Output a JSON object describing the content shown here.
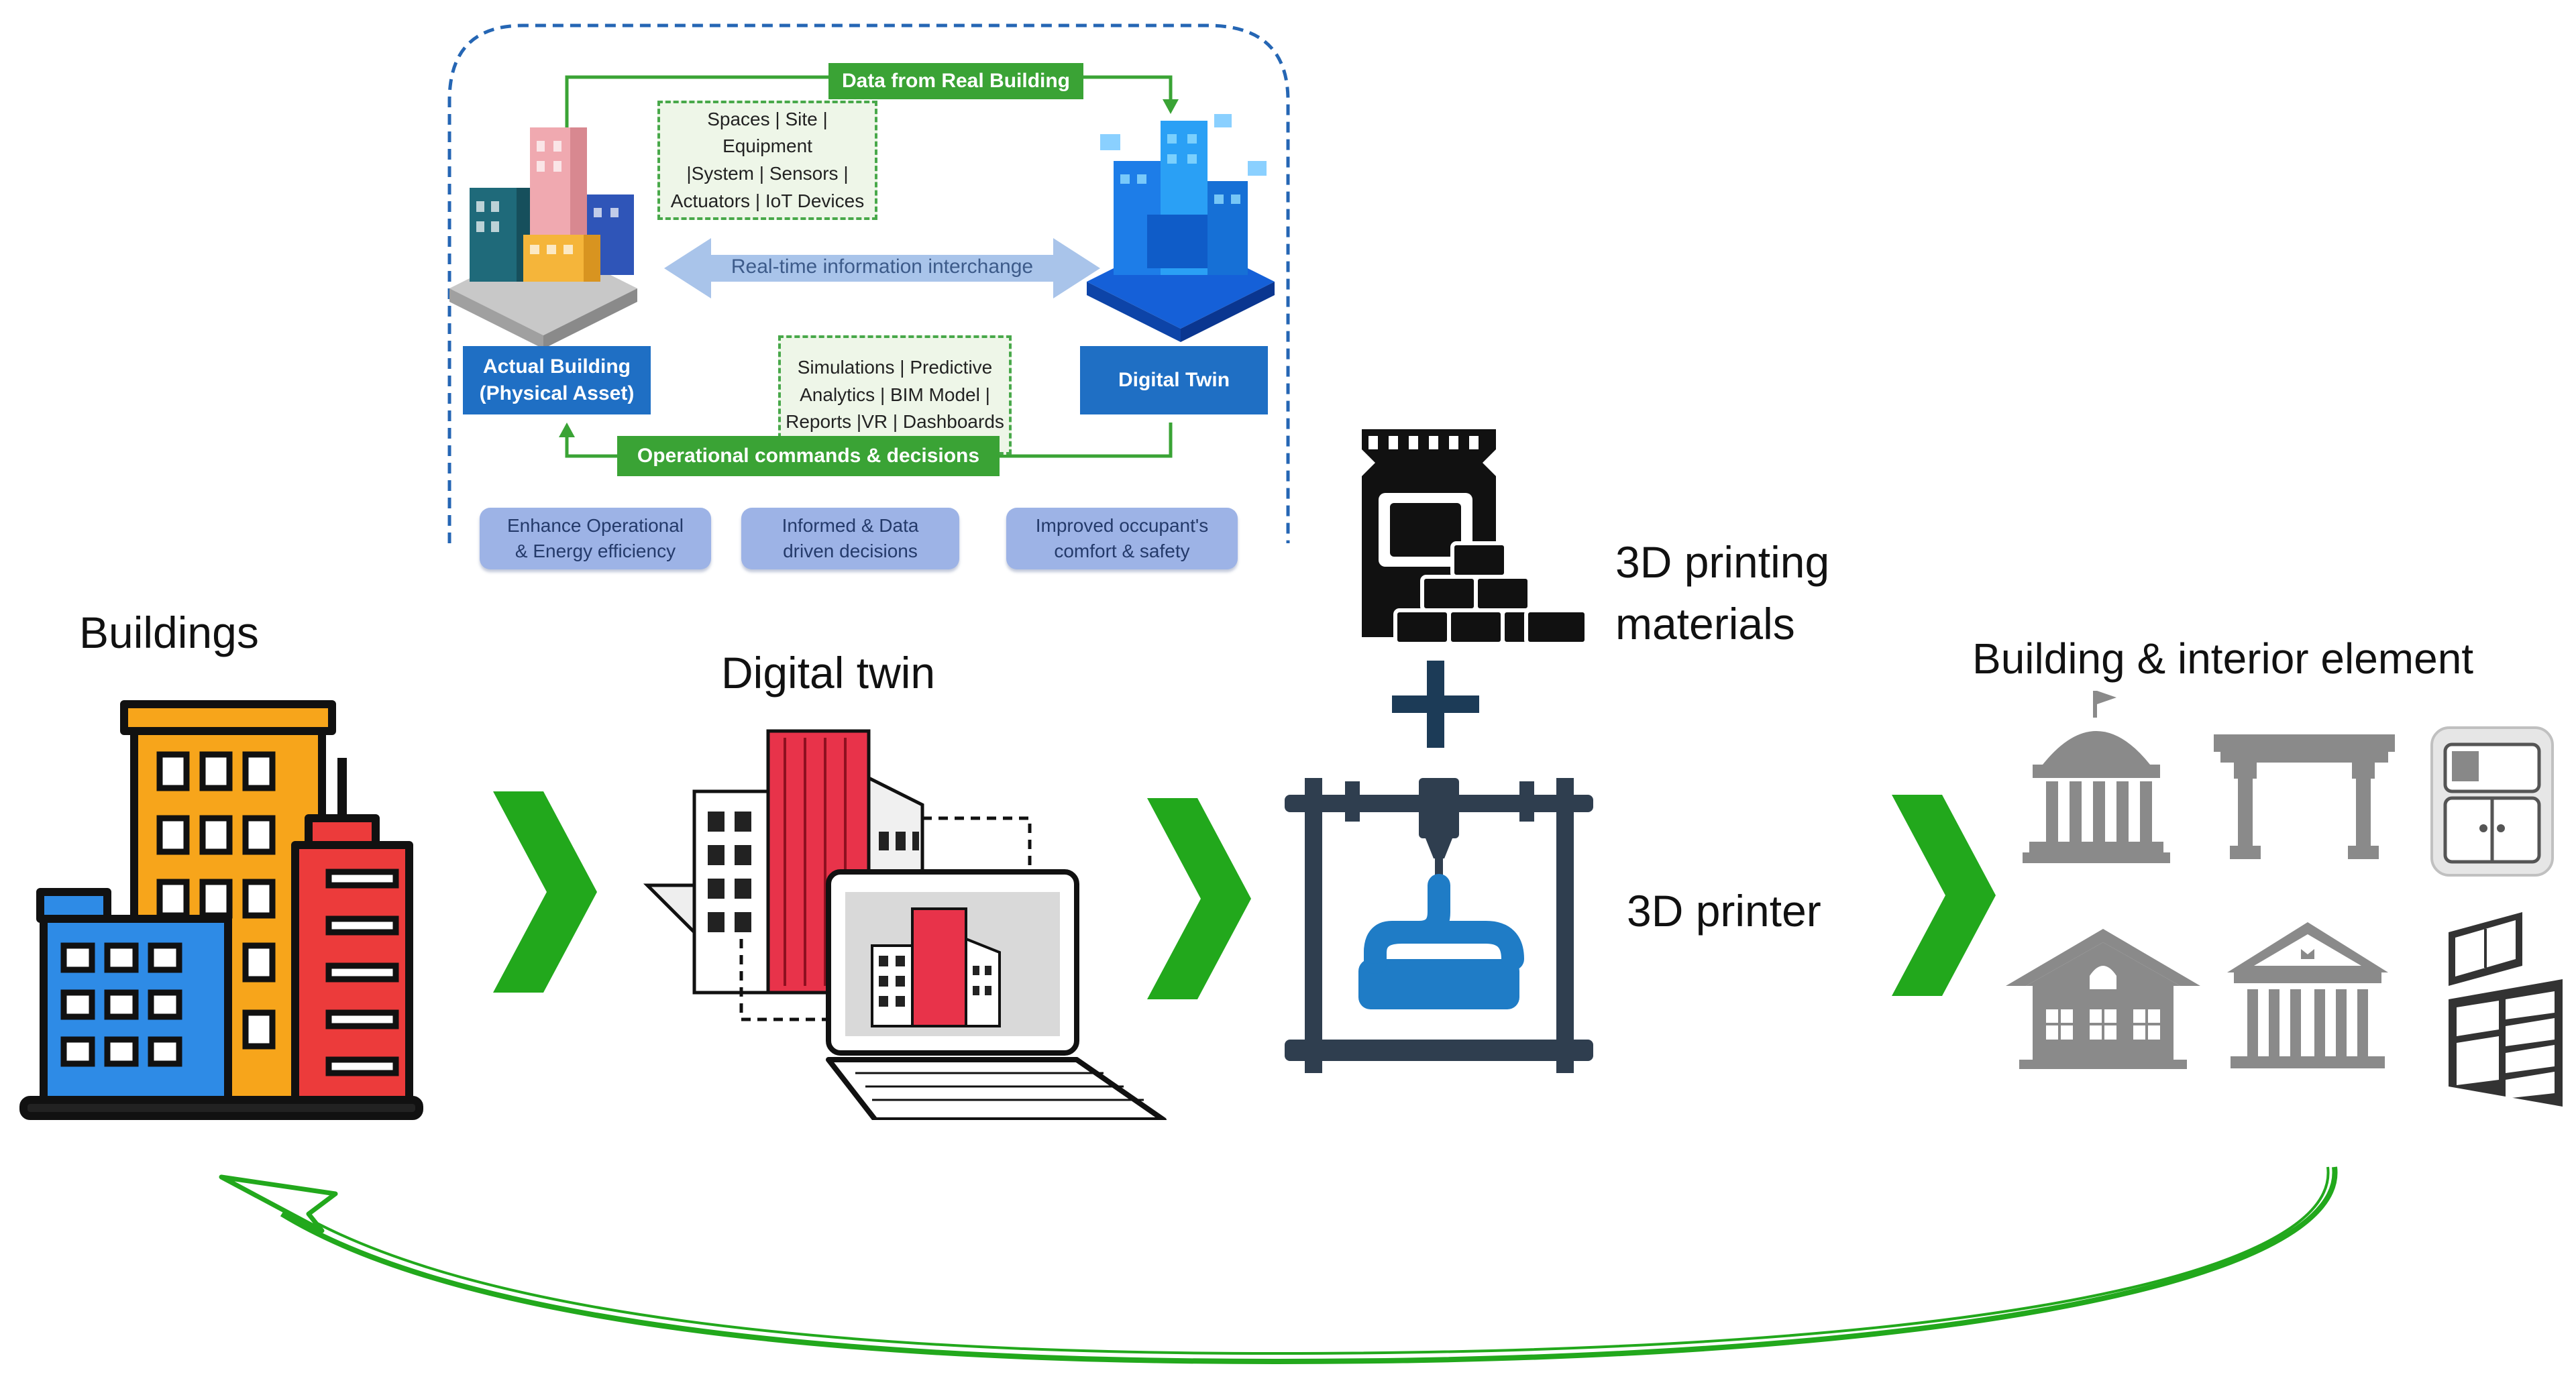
{
  "labels": {
    "buildings": "Buildings",
    "digital_twin": "Digital twin",
    "printing_materials_line1": "3D printing",
    "printing_materials_line2": "materials",
    "printer": "3D printer",
    "elements": "Building & interior element"
  },
  "inset": {
    "data_from_real_building": "Data from Real Building",
    "data_items": [
      "Spaces | Site | Equipment",
      "|System | Sensors |",
      "Actuators | IoT Devices"
    ],
    "interchange": "Real-time information interchange",
    "actual_building": [
      "Actual Building",
      "(Physical Asset)"
    ],
    "digital_twin_box": "Digital Twin",
    "twin_items": [
      "Simulations | Predictive",
      "Analytics | BIM Model |",
      "Reports |VR | Dashboards"
    ],
    "commands": "Operational commands & decisions",
    "benefits": [
      [
        "Enhance Operational",
        "& Energy efficiency"
      ],
      [
        "Informed & Data",
        "driven decisions"
      ],
      [
        "Improved occupant's",
        "comfort & safety"
      ]
    ]
  },
  "icons": {
    "buildings": "colorful-city-buildings-icon",
    "digital_twin": "building-on-laptop-icon",
    "materials": "material-bag-and-bricks-icon",
    "plus": "plus-icon",
    "printer": "3d-printer-icon",
    "elements": [
      "dome-building-icon",
      "arch-pergola-icon",
      "cabinet-unit-icon",
      "house-icon",
      "temple-icon",
      "kitchen-shelves-icon"
    ]
  },
  "colors": {
    "flow_green": "#22a81c",
    "accent_green": "#3aa335",
    "accent_blue": "#1f6fc4",
    "pill_blue": "#9db3e6",
    "dashed_blue": "#2566b4"
  }
}
